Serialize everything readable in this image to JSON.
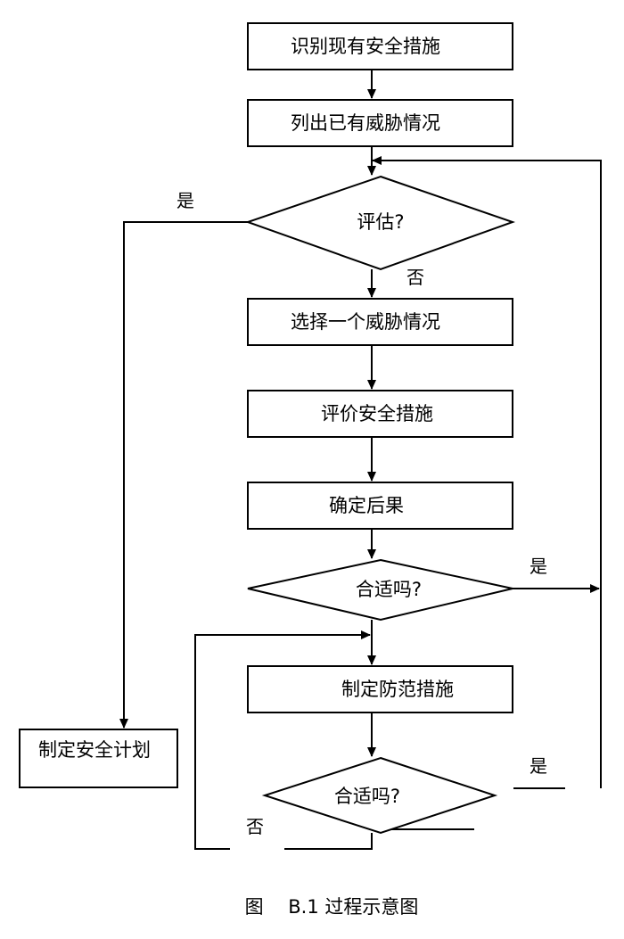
{
  "diagram": {
    "nodes": {
      "identify": "识别现有安全措施",
      "list": "列出已有威胁情况",
      "evaluate": "评估?",
      "select": "选择一个威胁情况",
      "assess": "评价安全措施",
      "consequence": "确定后果",
      "fit1": "合适吗?",
      "prevent": "制定防范措施",
      "fit2": "合适吗?",
      "plan": "制定安全计划"
    },
    "labels": {
      "eval_yes": "是",
      "eval_no": "否",
      "fit1_yes": "是",
      "fit2_yes": "是",
      "fit2_no": "否"
    },
    "caption": "图　 B.1 过程示意图"
  }
}
